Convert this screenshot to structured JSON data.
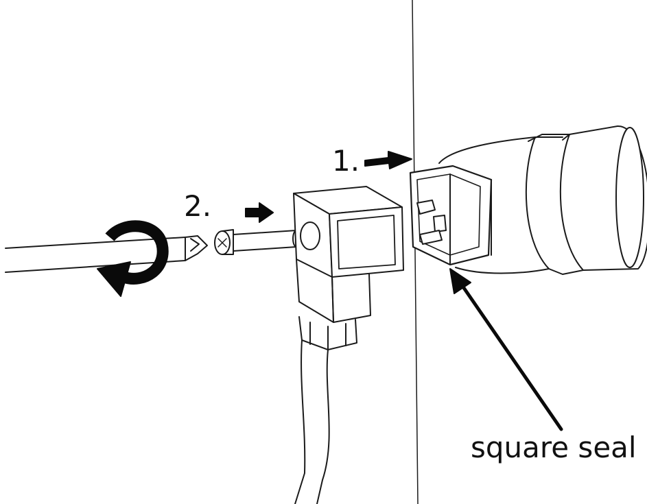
{
  "labels": {
    "step1": "1.",
    "step2": "2.",
    "seal_callout": "square seal"
  },
  "icons": [
    "rotate-arrow-icon",
    "push-arrow-icon",
    "leader-arrow-icon"
  ],
  "colors": {
    "line": "#1a1a1a",
    "background": "#ffffff"
  }
}
